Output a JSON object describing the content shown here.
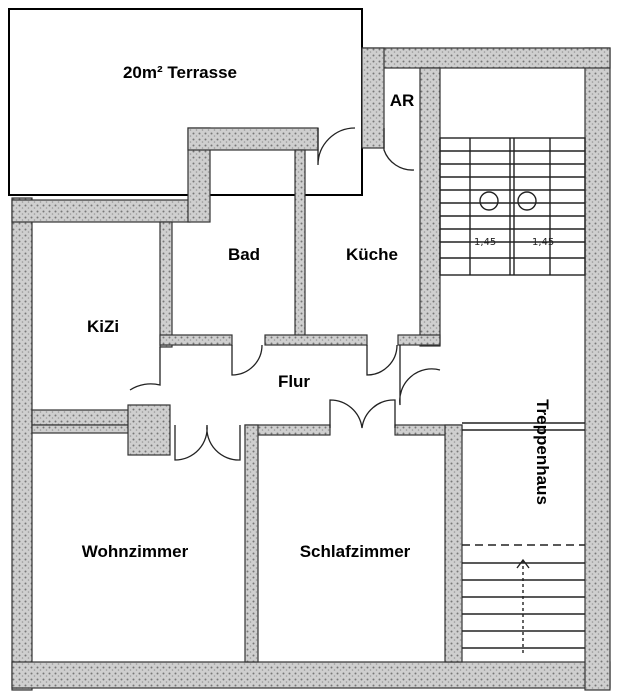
{
  "rooms": {
    "terrace": "20m² Terrasse",
    "storage": "AR",
    "bathroom": "Bad",
    "kitchen": "Küche",
    "kids_room": "KiZi",
    "hallway": "Flur",
    "stairwell": "Treppenhaus",
    "living_room": "Wohnzimmer",
    "bedroom": "Schlafzimmer"
  },
  "stair_notes": {
    "left_width": "1,45",
    "right_width": "1,45"
  }
}
